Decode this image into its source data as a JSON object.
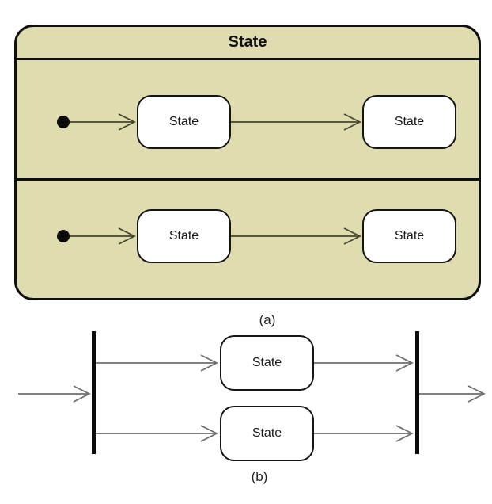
{
  "figure": {
    "part_a": {
      "caption": "(a)",
      "composite_state": {
        "title": "State",
        "regions": [
          {
            "initial_symbol": "filled-circle",
            "states": [
              "State",
              "State"
            ]
          },
          {
            "initial_symbol": "filled-circle",
            "states": [
              "State",
              "State"
            ]
          }
        ]
      }
    },
    "part_b": {
      "caption": "(b)",
      "fork_symbol": "vertical-bar",
      "join_symbol": "vertical-bar",
      "states": [
        "State",
        "State"
      ]
    }
  },
  "colors": {
    "composite_fill": "#dfddb0",
    "outline": "#101010",
    "node_fill": "#ffffff",
    "node_border": "#151515",
    "transition_line_a": "#45452f",
    "transition_line_b": "#6e6e6e",
    "text": "#191919"
  }
}
